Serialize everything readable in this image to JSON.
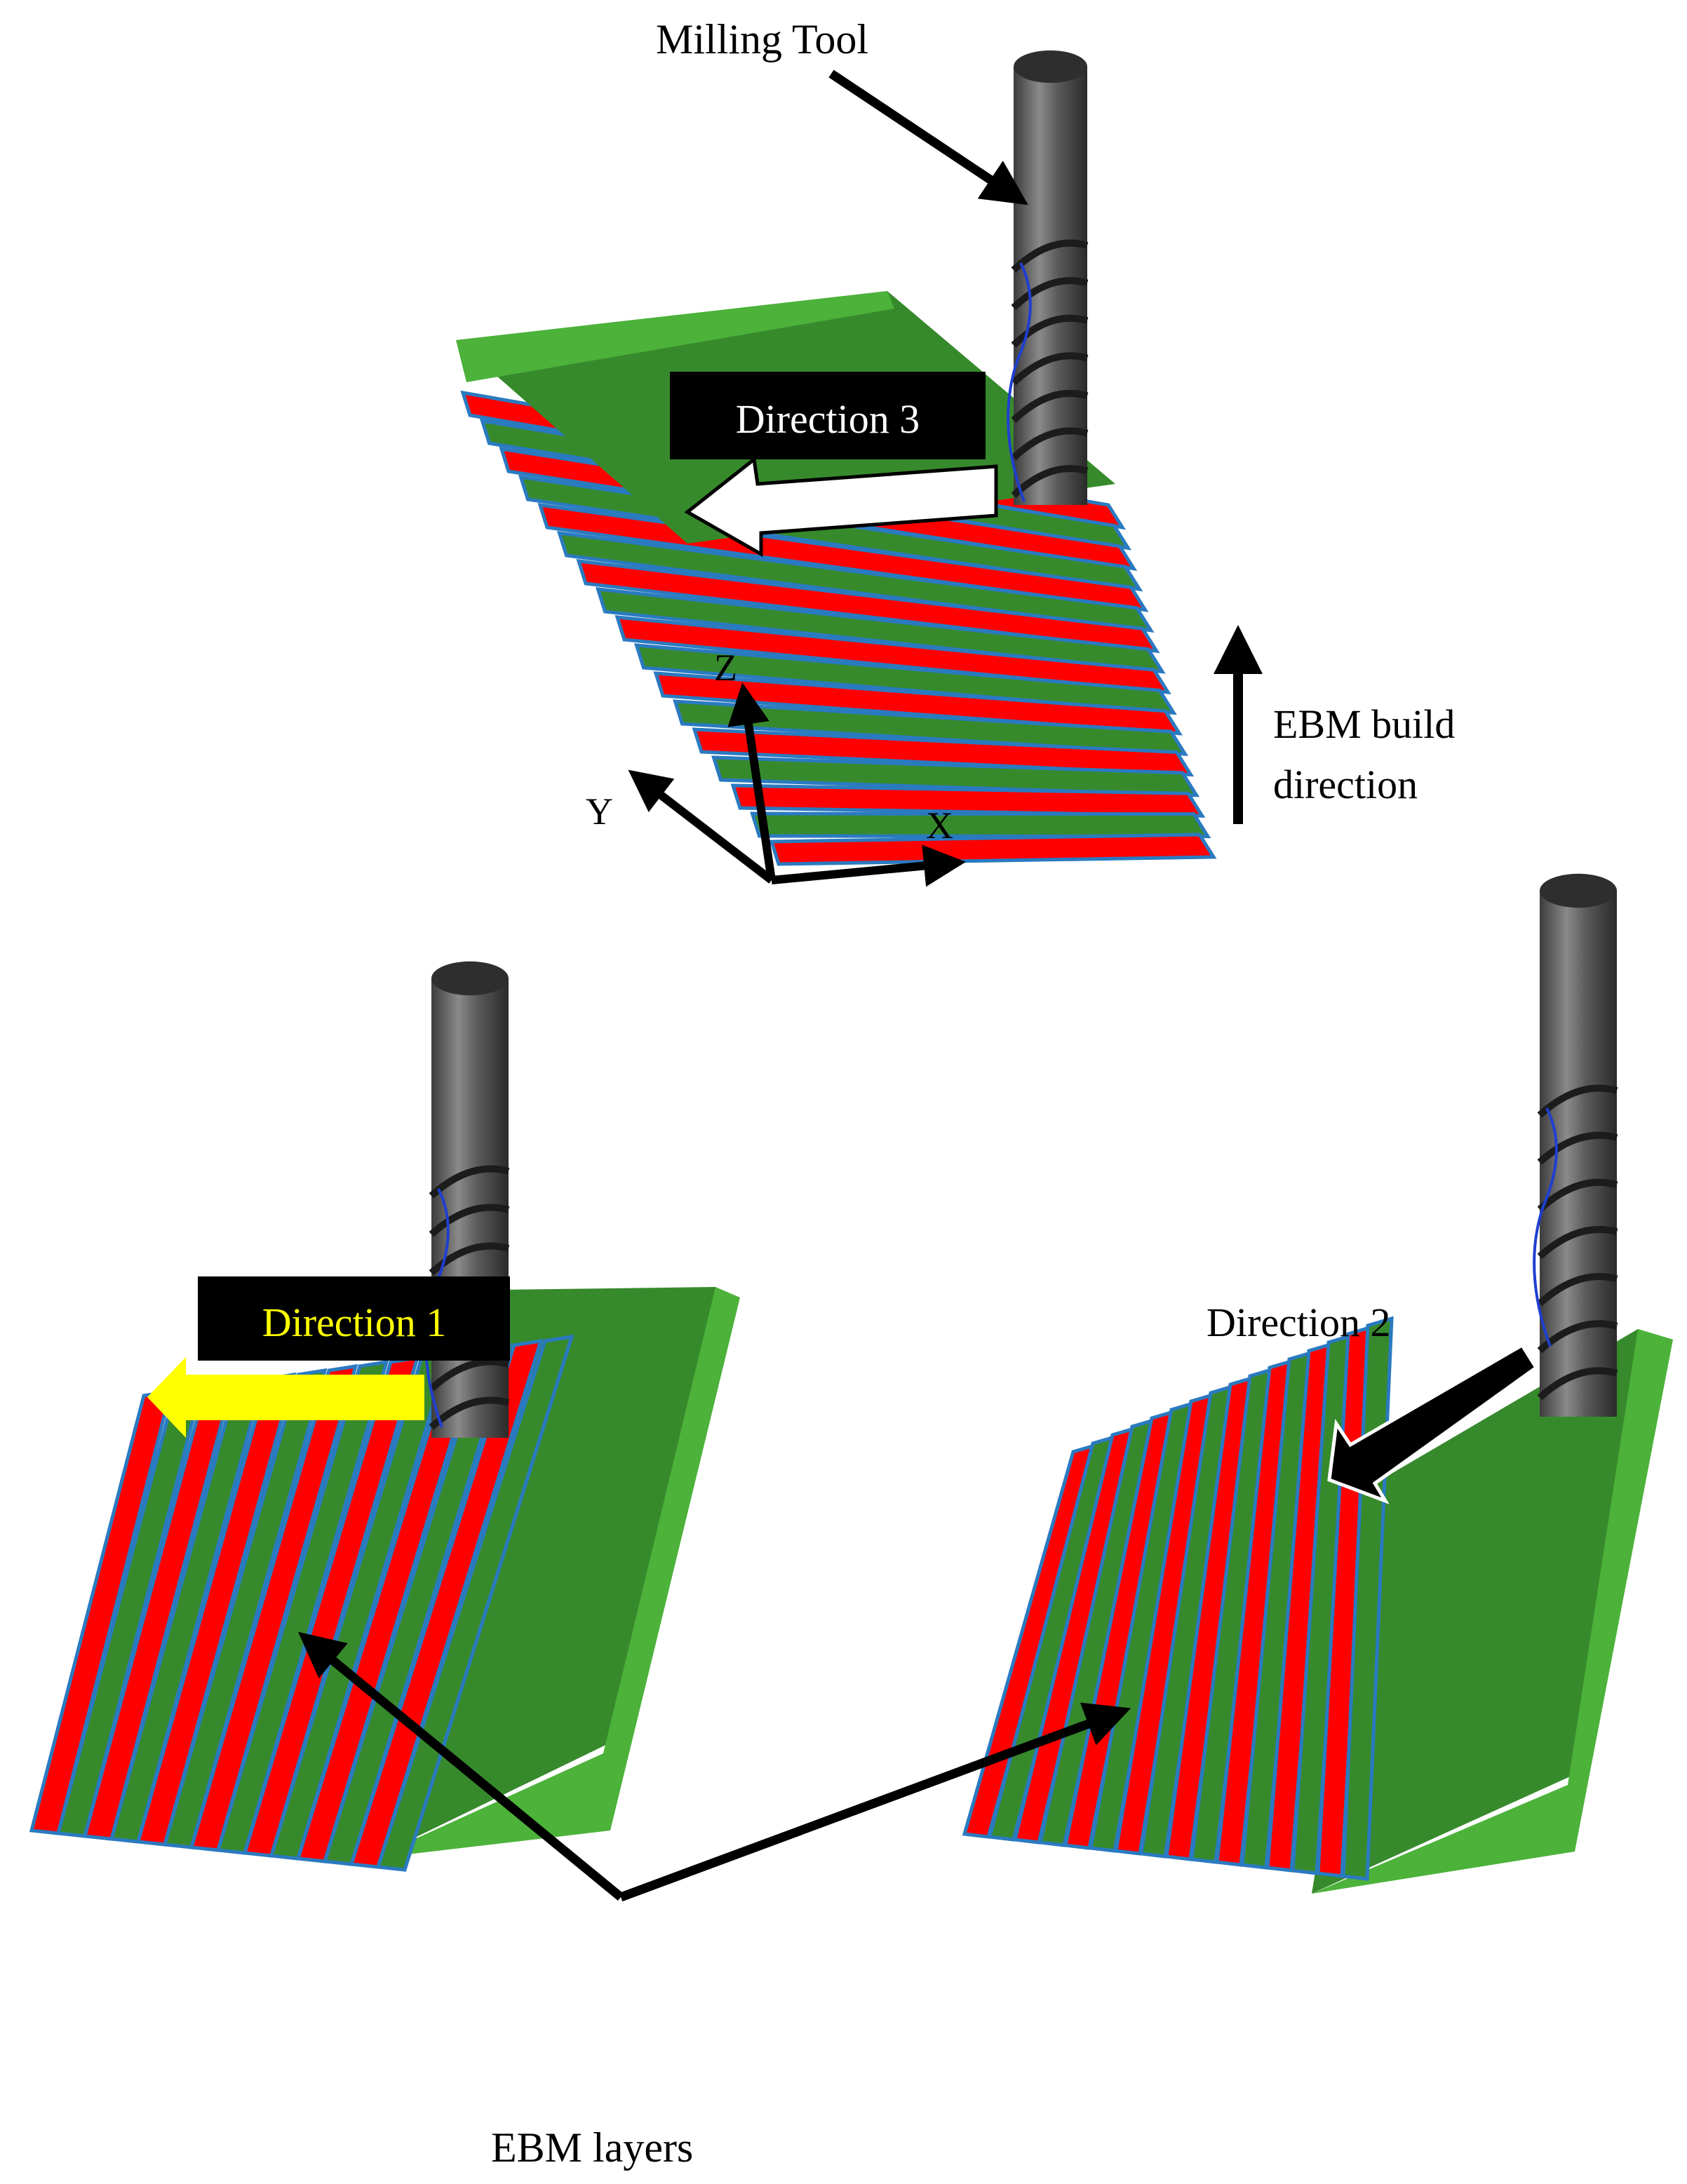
{
  "labels": {
    "milling_tool": "Milling Tool",
    "direction_1": "Direction 1",
    "direction_2": "Direction 2",
    "direction_3": "Direction 3",
    "build_direction_line1": "EBM build",
    "build_direction_line2": "direction",
    "axis_x": "X",
    "axis_y": "Y",
    "axis_z": "Z",
    "ebm_layers": "EBM layers"
  },
  "colors": {
    "layer_red": "#ff0000",
    "layer_green": "#378a2c",
    "plate_green": "#4cb23a",
    "outline_blue": "#2a7ac0",
    "tool_gray": "#505050",
    "arrow_black": "#000000",
    "direction_1_arrow": "#ffff00",
    "direction_3_arrow": "#ffffff",
    "label_box": "#000000",
    "direction_1_text": "#ffff00",
    "direction_3_text": "#ffffff"
  },
  "icons": {
    "milling_tool": "end-mill-icon",
    "direction_arrow": "arrow-icon"
  }
}
